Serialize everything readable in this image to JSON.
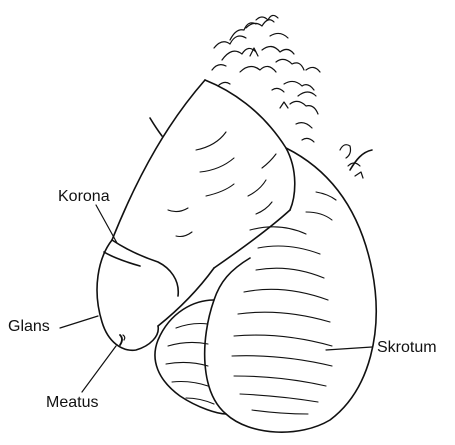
{
  "labels": {
    "korona": "Korona",
    "glans": "Glans",
    "meatus": "Meatus",
    "skrotum": "Skrotum"
  },
  "colors": {
    "line": "#111111",
    "background": "#ffffff"
  }
}
